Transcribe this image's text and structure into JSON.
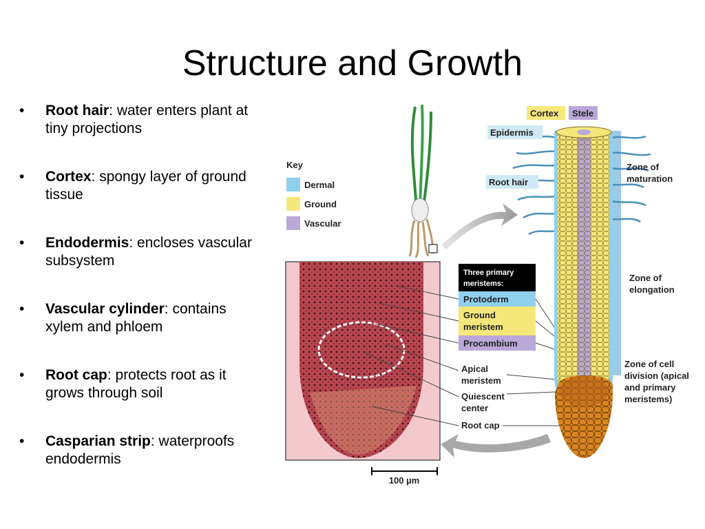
{
  "slide": {
    "title": "Structure and Growth"
  },
  "bullets": [
    {
      "term": "Root hair",
      "text": ": water enters plant at tiny projections"
    },
    {
      "term": "Cortex",
      "text": ": spongy layer of ground tissue"
    },
    {
      "term": "Endodermis",
      "text": ": encloses vascular subsystem"
    },
    {
      "term": "Vascular cylinder",
      "text": ": contains xylem and phloem"
    },
    {
      "term": "Root cap",
      "text": ": protects root as it grows through soil"
    },
    {
      "term": "Casparian strip",
      "text": ": waterproofs endodermis"
    }
  ],
  "diagram": {
    "key": {
      "title": "Key",
      "items": [
        {
          "label": "Dermal",
          "color": "#8fd0ef"
        },
        {
          "label": "Ground",
          "color": "#f6e77a"
        },
        {
          "label": "Vascular",
          "color": "#b9a8d8"
        }
      ]
    },
    "meristems": {
      "header_line1": "Three primary",
      "header_line2": "meristems:",
      "items": [
        {
          "label": "Protoderm",
          "color": "#8fd0ef"
        },
        {
          "label": "Ground meristem",
          "line1": "Ground",
          "line2": "meristem",
          "color": "#f6e77a"
        },
        {
          "label": "Procambium",
          "color": "#b9a8d8"
        }
      ]
    },
    "labels": {
      "cortex": "Cortex",
      "stele": "Stele",
      "epidermis": "Epidermis",
      "root_hair": "Root hair",
      "zone_maturation_1": "Zone of",
      "zone_maturation_2": "maturation",
      "zone_elongation_1": "Zone of",
      "zone_elongation_2": "elongation",
      "zone_division_1": "Zone of cell",
      "zone_division_2": "division (apical",
      "zone_division_3": "and primary",
      "zone_division_4": "meristems)",
      "apical_1": "Apical",
      "apical_2": "meristem",
      "quiescent_1": "Quiescent",
      "quiescent_2": "center",
      "root_cap": "Root cap",
      "scale": "100 µm"
    },
    "colors": {
      "dermal_zone": "#9ccbe3",
      "cap": "#d9851e",
      "micro_bg": "#f3c9cd",
      "micro_tissue": "#b8454f"
    }
  }
}
